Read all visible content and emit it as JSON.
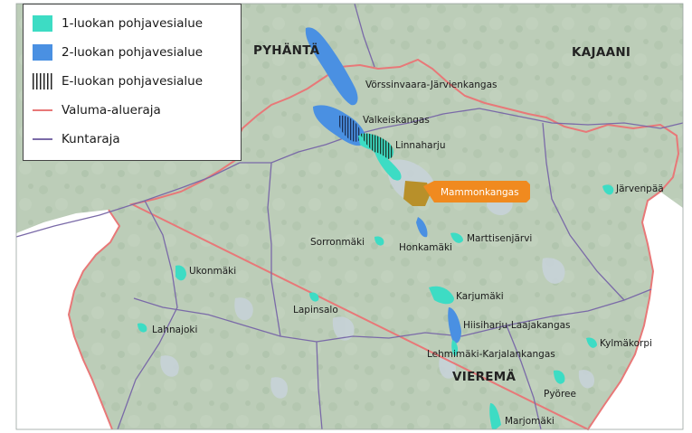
{
  "legend": {
    "items": [
      {
        "label": "1-luokan pohjavesialue",
        "kind": "fill",
        "color": "#3ddcc4"
      },
      {
        "label": "2-luokan pohjavesialue",
        "kind": "fill",
        "color": "#4a90e2"
      },
      {
        "label": "E-luokan pohjavesialue",
        "kind": "hatch",
        "color": "#222222"
      },
      {
        "label": "Valuma-alueraja",
        "kind": "line",
        "color": "#e87878"
      },
      {
        "label": "Kuntaraja",
        "kind": "line",
        "color": "#7a6aa8"
      }
    ]
  },
  "municipalities": {
    "pyhanta": "PYHÄNTÄ",
    "kajaani": "KAJAANI",
    "vierema": "VIEREMÄ"
  },
  "areas": {
    "vorssinvaara": "Vörssinvaara-Järvienkangas",
    "valkeiskangas": "Valkeiskangas",
    "linnaharju": "Linnaharju",
    "mammonkangas": "Mammonkangas",
    "jarvenpaa": "Järvenpää",
    "sorronmaki": "Sorronmäki",
    "honkamaki": "Honkamäki",
    "marttisenjarvi": "Marttisenjärvi",
    "ukonmaki": "Ukonmäki",
    "karjumaki": "Karjumäki",
    "lapinsalo": "Lapinsalo",
    "hiisiharju": "Hiisiharju-Laajakangas",
    "lahnajoki": "Lahnajoki",
    "lehmimaki": "Lehmimäki-Karjalankangas",
    "kylmakorpi": "Kylmäkorpi",
    "pyoree": "Pyöree",
    "marjomaki": "Marjomäki"
  },
  "colors": {
    "class1": "#3ddcc4",
    "class2": "#4a90e2",
    "highlight": "#f08a1f",
    "highlight_fill": "#b8902a",
    "catchment_border": "#e87878",
    "municipal_border": "#7a6aa8",
    "land": "#b9cbb6",
    "water": "#c6d2d6",
    "outside": "#ffffff"
  }
}
